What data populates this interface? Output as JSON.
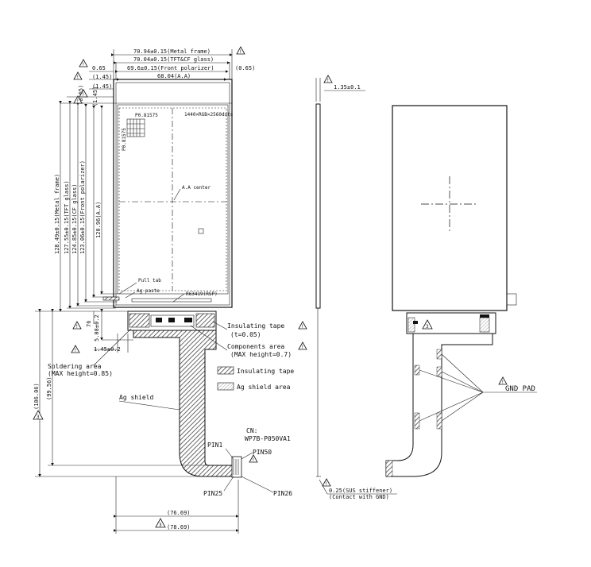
{
  "dimensions_top": {
    "metal_frame_w": "70.94±0.15(Metal frame)",
    "tft_glass_w": "70.04±0.15(TFT&CF glass)",
    "polarizer_w": "69.6±0.15(Front polarizer)",
    "aa_w": "68.04(A.A)",
    "rows_left": [
      "0.65",
      "(1.45)",
      "(1.45)"
    ],
    "rows_right": [
      "(0.65)"
    ]
  },
  "dimensions_vertical": {
    "small_left": [
      "(0.65)",
      "(1.45)"
    ],
    "metal_frame_h": "128.49±0.15(Metal frame)",
    "tft_glass_h": "127.55±0.15(TFT glass)",
    "cf_glass_h": "124.85±0.15(CF glass)",
    "polarizer_h": "123.06±0.15(Front polarizer)",
    "aa_h": "120.96(A.A)",
    "dim_76": "76",
    "dim_5": "5.08±0.2",
    "dim_99": "(99.56)",
    "dim_106": "(106.06)",
    "dim_145": "1.45±0.2"
  },
  "panel": {
    "resolution": "1440×RGB×2560dots",
    "pixel_pitch": "P0.81575",
    "pixel_pitch2": "P0.81575",
    "aa_center": "A.A center",
    "pull_tab": "Pull tab",
    "ag_paste": "Ag paste",
    "driver_ic": "R63419(RSP)"
  },
  "labels": {
    "insulating_tape": "Insulating tape",
    "insulating_tape_t": "(t=0.05)",
    "components_area": "Components area",
    "components_height": "(MAX height=0.7)",
    "soldering_area": "Soldering area",
    "soldering_height": "(MAX height=0.85)",
    "ag_shield": "Ag shield",
    "cn": "CN:",
    "cn_part": "WP7B-P050VA1",
    "pin1": "PIN1",
    "pin50": "PIN50",
    "pin25": "PIN25",
    "pin26": "PIN26",
    "dim_7669": "(76.69)",
    "dim_7869": "(78.69)"
  },
  "legend": {
    "insulating_tape": "Insulating tape",
    "ag_shield_area": "Ag shield area"
  },
  "side_view": {
    "thickness": "1.35±0.1",
    "stiffener": "0.25(SUS stiffener)",
    "stiffener_note": "(Contact with GND)"
  },
  "back_view": {
    "gnd_pad": "GND PAD"
  },
  "warning_mark": "!",
  "note_numbers": [
    "1",
    "2",
    "3",
    "4"
  ],
  "colors": {
    "line": "#111111",
    "hatch": "#555555"
  }
}
